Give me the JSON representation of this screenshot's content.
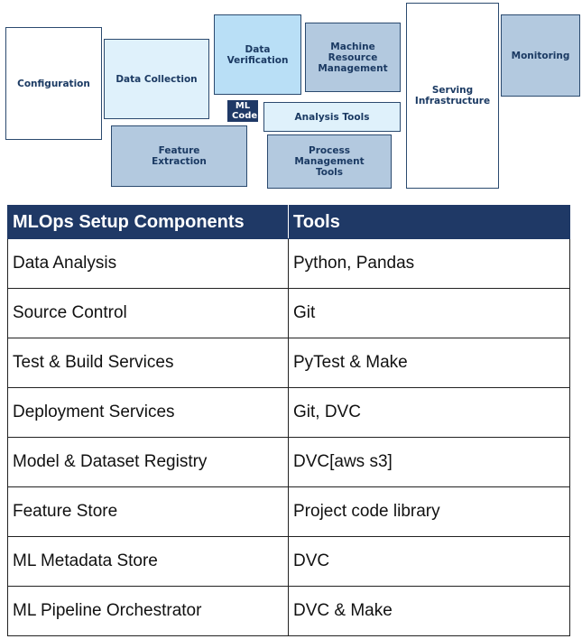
{
  "diagram": {
    "boxes": {
      "configuration": "Configuration",
      "data_collection": "Data Collection",
      "data_verification": "Data Verification",
      "machine_resource_management": "Machine Resource Management",
      "monitoring": "Monitoring",
      "serving_infrastructure": "Serving Infrastructure",
      "ml_code": "ML Code",
      "analysis_tools": "Analysis Tools",
      "feature_extraction": "Feature Extraction",
      "process_management_tools": "Process Management Tools"
    }
  },
  "table": {
    "headers": [
      "MLOps Setup Components",
      "Tools"
    ],
    "rows": [
      [
        "Data Analysis",
        "Python, Pandas"
      ],
      [
        "Source Control",
        "Git"
      ],
      [
        "Test & Build Services",
        "PyTest & Make"
      ],
      [
        "Deployment Services",
        "Git, DVC"
      ],
      [
        "Model & Dataset Registry",
        "DVC[aws s3]"
      ],
      [
        "Feature Store",
        "Project code library"
      ],
      [
        "ML Metadata Store",
        "DVC"
      ],
      [
        "ML Pipeline Orchestrator",
        "DVC & Make"
      ]
    ]
  }
}
